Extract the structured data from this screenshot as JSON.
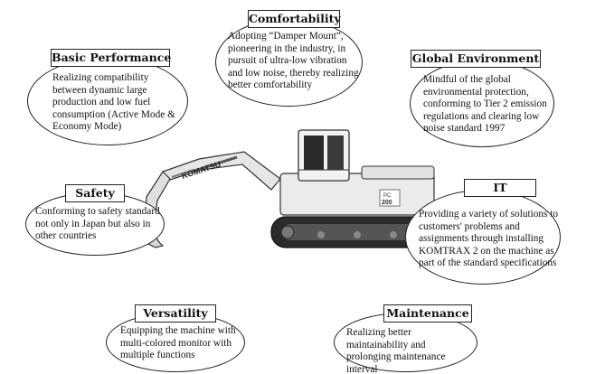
{
  "features": [
    {
      "id": "comfortability",
      "title": "Comfortability",
      "description": "Adopting “Damper Mount”, pioneering in the industry, in pursuit of ultra-low vibration and low noise, thereby realizing better comfortability"
    },
    {
      "id": "basic-performance",
      "title": "Basic Performance",
      "description": "Realizing compatibility between dynamic large production and low fuel consumption (Active Mode & Economy Mode)"
    },
    {
      "id": "global-environment",
      "title": "Global Environment",
      "description": "Mindful of the global environmental protection, conforming to Tier 2 emission regulations and clearing low noise standard 1997"
    },
    {
      "id": "safety",
      "title": "Safety",
      "description": "Conforming to safety standard not only in Japan but also in other countries"
    },
    {
      "id": "it",
      "title": "IT",
      "description": "Providing a variety of solutions to customers' problems and assignments through installing KOMTRAX 2 on the machine as part of the standard specifications"
    },
    {
      "id": "versatility",
      "title": "Versatility",
      "description": "Equipping the machine with multi-colored monitor with multiple functions"
    },
    {
      "id": "maintenance",
      "title": "Maintenance",
      "description": "Realizing better maintainability and prolonging maintenance interval"
    }
  ],
  "machine": {
    "brand_text": "KOMATSU",
    "model_text_top": "PC",
    "model_text_bottom": "200",
    "body_color": "#e9e9e9",
    "outline_color": "#222222"
  }
}
